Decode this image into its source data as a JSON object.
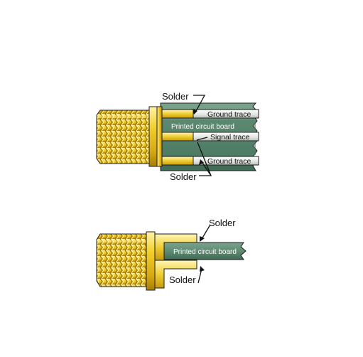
{
  "top_diagram": {
    "solder_top_label": "Solder",
    "ground_trace_top_label": "Ground trace",
    "board_label": "Printed circuit board",
    "signal_trace_label": "Signal trace",
    "ground_trace_bottom_label": "Ground trace",
    "solder_bottom_label": "Solder"
  },
  "bottom_diagram": {
    "solder_top_label": "Solder",
    "board_label": "Printed circuit board",
    "solder_bottom_label": "Solder"
  },
  "colors": {
    "connector_gold": "#e9c21a",
    "connector_light": "#fff1a0",
    "connector_dark": "#a47e08",
    "board_green": "#5f8b73",
    "board_dark": "#3f6b55",
    "trace_light": "#e3e6e3"
  }
}
